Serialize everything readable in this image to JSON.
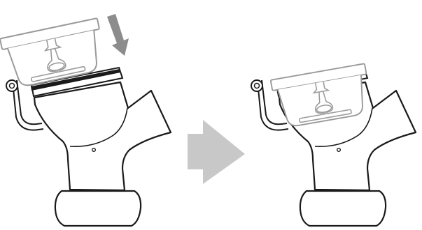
{
  "diagram": {
    "steps": [
      {
        "state": "before",
        "insert_position": "lifted-above"
      },
      {
        "state": "after",
        "insert_position": "seated-inside"
      }
    ],
    "colors": {
      "outline": "#1a1a1a",
      "insert_outline": "#9a9a9a",
      "arrow_fill": "#c8c8c8",
      "down_arrow_fill": "#8c8c8c",
      "body_fill": "#ffffff"
    },
    "icons": {
      "motion_arrow": "down-arrow-icon",
      "transition_arrow": "right-arrow-icon"
    }
  }
}
